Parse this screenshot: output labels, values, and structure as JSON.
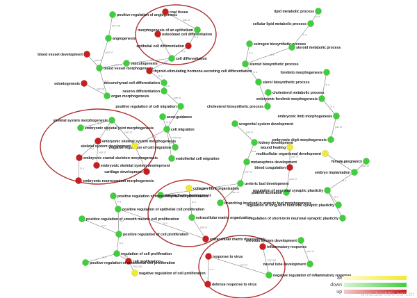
{
  "colors": {
    "down": "#3fcf3a",
    "up": "#c81e1e",
    "all": "#f2ea2c",
    "ring": "#b03030",
    "edge": "#7a7a7a"
  },
  "nodes": [
    {
      "id": "angio",
      "label": "positive regulation of angiogenesis",
      "state": "down"
    },
    {
      "id": "angiogenesis",
      "label": "angiogenesis",
      "state": "down"
    },
    {
      "id": "bvd",
      "label": "blood vessel development",
      "state": "up"
    },
    {
      "id": "bvm",
      "label": "blood vessel morphogenesis",
      "state": "down"
    },
    {
      "id": "vasc",
      "label": "vasculogenesis",
      "state": "down"
    },
    {
      "id": "odonto",
      "label": "odontogenesis",
      "state": "up"
    },
    {
      "id": "organmorph",
      "label": "organ morphogenesis",
      "state": "down"
    },
    {
      "id": "coal",
      "label": "coal tissue",
      "state": "up"
    },
    {
      "id": "morphepi",
      "label": "morphogenesis of an epithelium",
      "state": "down"
    },
    {
      "id": "osteo",
      "label": "osteoblast cell differentiation",
      "state": "up"
    },
    {
      "id": "epidiff",
      "label": "epithelial cell differentiation",
      "state": "up"
    },
    {
      "id": "celldiff",
      "label": "cell differentiation",
      "state": "down"
    },
    {
      "id": "thyroid",
      "label": "thyroid-stimulating hormone-secreting cell differentiation",
      "state": "up"
    },
    {
      "id": "mesen",
      "label": "mesenchymal cell differentiation",
      "state": "down"
    },
    {
      "id": "neuron",
      "label": "neuron differentiation",
      "state": "down"
    },
    {
      "id": "migr",
      "label": "positive regulation of cell migration",
      "state": "down"
    },
    {
      "id": "axon",
      "label": "axon guidance",
      "state": "down"
    },
    {
      "id": "cellmig",
      "label": "cell migration",
      "state": "down"
    },
    {
      "id": "negmig",
      "label": "negative regulation of cell migration",
      "state": "down"
    },
    {
      "id": "endo",
      "label": "endothelial cell migration",
      "state": "down"
    },
    {
      "id": "lipid",
      "label": "lipid metabolic process",
      "state": "down"
    },
    {
      "id": "cellipid",
      "label": "cellular lipid metabolic process",
      "state": "down"
    },
    {
      "id": "estro",
      "label": "estrogen biosynthetic process",
      "state": "down"
    },
    {
      "id": "steroid",
      "label": "steroid metabolic process",
      "state": "down"
    },
    {
      "id": "sterbio",
      "label": "steroid biosynthetic process",
      "state": "down"
    },
    {
      "id": "sterol",
      "label": "sterol biosynthetic process",
      "state": "down"
    },
    {
      "id": "cholmet",
      "label": "cholesterol metabolic process",
      "state": "down"
    },
    {
      "id": "cholbio",
      "label": "cholesterol biosynthetic process",
      "state": "down"
    },
    {
      "id": "forelimb",
      "label": "forelimb morphogenesis",
      "state": "down"
    },
    {
      "id": "forebrain",
      "label": "embryonic forelimb morphogenesis",
      "state": "down"
    },
    {
      "id": "limb",
      "label": "embryonic limb morphogenesis",
      "state": "down"
    },
    {
      "id": "digit",
      "label": "embryonic digit morphogenesis",
      "state": "down"
    },
    {
      "id": "skelmorph",
      "label": "skeletal system morphogenesis",
      "state": "down"
    },
    {
      "id": "jointmorph",
      "label": "embryonic skeletal joint morphogenesis",
      "state": "down"
    },
    {
      "id": "embskelmorph",
      "label": "embryonic skeletal system morphogenesis",
      "state": "up"
    },
    {
      "id": "skeldev",
      "label": "skeletal system development",
      "state": "all"
    },
    {
      "id": "cranial",
      "label": "embryonic cranial skeleton morphogenesis",
      "state": "up"
    },
    {
      "id": "embskeldev",
      "label": "embryonic skeletal system development",
      "state": "up"
    },
    {
      "id": "cartilage",
      "label": "cartilage development",
      "state": "up"
    },
    {
      "id": "neurocran",
      "label": "embryonic neurocranium morphogenesis",
      "state": "up"
    },
    {
      "id": "ureter",
      "label": "ureteric bud development",
      "state": "down"
    },
    {
      "id": "urogen",
      "label": "urogenital system development",
      "state": "down"
    },
    {
      "id": "kidney",
      "label": "kidney development",
      "state": "down"
    },
    {
      "id": "metaneph",
      "label": "metanephros development",
      "state": "down"
    },
    {
      "id": "mesoderm",
      "label": "mesenchyme development",
      "state": "down"
    },
    {
      "id": "wound",
      "label": "wound healing",
      "state": "all"
    },
    {
      "id": "coag",
      "label": "blood coagulation",
      "state": "up"
    },
    {
      "id": "platelet",
      "label": "platelet activation",
      "state": "down"
    },
    {
      "id": "multi",
      "label": "multicellular organismal development",
      "state": "all"
    },
    {
      "id": "female",
      "label": "female pregnancy",
      "state": "down"
    },
    {
      "id": "embryoimp",
      "label": "embryo implantation",
      "state": "down"
    },
    {
      "id": "synaptic",
      "label": "regulation of neuronal synaptic plasticity",
      "state": "down"
    },
    {
      "id": "ltp",
      "label": "regulation of long-term neuronal synaptic plasticity",
      "state": "down"
    },
    {
      "id": "stp",
      "label": "regulation of short-term neuronal synaptic plasticity",
      "state": "down"
    },
    {
      "id": "nervous",
      "label": "nervous system development",
      "state": "down"
    },
    {
      "id": "neuraltube",
      "label": "neural tube development",
      "state": "down"
    },
    {
      "id": "mesenchymeprolif",
      "label": "positive regulation of mesenchymal cell proliferation",
      "state": "down"
    },
    {
      "id": "collagen",
      "label": "collagen fibril organization",
      "state": "all"
    },
    {
      "id": "branching",
      "label": "branching involved in ureteric bud morphogenesis",
      "state": "down"
    },
    {
      "id": "ecm",
      "label": "extracellular matrix organization",
      "state": "down"
    },
    {
      "id": "ecmdis",
      "label": "extracellular matrix disassembly",
      "state": "up"
    },
    {
      "id": "epiprolif",
      "label": "positive regulation of epithelial cell proliferation",
      "state": "down"
    },
    {
      "id": "smooth",
      "label": "positive regulation of smooth muscle cell proliferation",
      "state": "down"
    },
    {
      "id": "posprolif",
      "label": "positive regulation of cell proliferation",
      "state": "down"
    },
    {
      "id": "regprolif",
      "label": "regulation of cell proliferation",
      "state": "down"
    },
    {
      "id": "cellprolif",
      "label": "cell proliferation",
      "state": "up"
    },
    {
      "id": "endoprolif",
      "label": "positive regulation of endothelial cell proliferation",
      "state": "down"
    },
    {
      "id": "negprolif",
      "label": "negative regulation of cell proliferation",
      "state": "all"
    },
    {
      "id": "inflam",
      "label": "inflammatory response",
      "state": "up"
    },
    {
      "id": "virus",
      "label": "response to virus",
      "state": "up"
    },
    {
      "id": "neginflam",
      "label": "negative regulation of inflammatory response",
      "state": "down"
    },
    {
      "id": "defvirus",
      "label": "defense response to virus",
      "state": "up"
    }
  ],
  "edges": [
    {
      "from": "angio",
      "to": "angiogenesis",
      "label": "pos reg"
    },
    {
      "from": "angiogenesis",
      "to": "bvm",
      "label": "part of"
    },
    {
      "from": "bvd",
      "to": "bvm",
      "label": "part of"
    },
    {
      "from": "vasc",
      "to": "bvm",
      "label": "part of"
    },
    {
      "from": "bvm",
      "to": "organmorph",
      "label": "is a"
    },
    {
      "from": "odonto",
      "to": "organmorph",
      "label": "part of"
    },
    {
      "from": "vasc",
      "to": "celldiff",
      "label": "is a"
    },
    {
      "from": "coal",
      "to": "morphepi",
      "label": "part of"
    },
    {
      "from": "morphepi",
      "to": "epidiff",
      "label": "is a"
    },
    {
      "from": "osteo",
      "to": "celldiff",
      "label": "is a"
    },
    {
      "from": "epidiff",
      "to": "celldiff",
      "label": "is a"
    },
    {
      "from": "celldiff",
      "to": "thyroid",
      "label": "is a"
    },
    {
      "from": "thyroid",
      "to": "mesen",
      "label": "is a"
    },
    {
      "from": "mesen",
      "to": "neuron",
      "label": "is a"
    },
    {
      "from": "neuron",
      "to": "migr",
      "label": "part of"
    },
    {
      "from": "axon",
      "to": "cellmig",
      "label": "is a"
    },
    {
      "from": "migr",
      "to": "cellmig",
      "label": "pos reg"
    },
    {
      "from": "cellmig",
      "to": "negmig",
      "label": "neg reg"
    },
    {
      "from": "cellmig",
      "to": "endo",
      "label": "is a"
    },
    {
      "from": "lipid",
      "to": "cellipid",
      "label": "is a"
    },
    {
      "from": "cellipid",
      "to": "steroid",
      "label": "is a"
    },
    {
      "from": "estro",
      "to": "sterbio",
      "label": "is a"
    },
    {
      "from": "steroid",
      "to": "sterbio",
      "label": "is a"
    },
    {
      "from": "sterbio",
      "to": "sterol",
      "label": "is a"
    },
    {
      "from": "sterol",
      "to": "cholbio",
      "label": "is a"
    },
    {
      "from": "cholmet",
      "to": "cholbio",
      "label": "is a"
    },
    {
      "from": "forelimb",
      "to": "forebrain",
      "label": "is a"
    },
    {
      "from": "forebrain",
      "to": "limb",
      "label": "is a"
    },
    {
      "from": "limb",
      "to": "digit",
      "label": "part of"
    },
    {
      "from": "skelmorph",
      "to": "jointmorph",
      "label": "is a"
    },
    {
      "from": "skelmorph",
      "to": "embskelmorph",
      "label": "is a"
    },
    {
      "from": "skelmorph",
      "to": "skeldev",
      "label": "part of"
    },
    {
      "from": "embskelmorph",
      "to": "cranial",
      "label": "is a"
    },
    {
      "from": "embskelmorph",
      "to": "embskeldev",
      "label": "part of"
    },
    {
      "from": "skeldev",
      "to": "cartilage",
      "label": "part of"
    },
    {
      "from": "cranial",
      "to": "neurocran",
      "label": "is a"
    },
    {
      "from": "cellmig",
      "to": "skeldev",
      "label": "is a"
    },
    {
      "from": "urogen",
      "to": "kidney",
      "label": "part of"
    },
    {
      "from": "kidney",
      "to": "metaneph",
      "label": "is a"
    },
    {
      "from": "metaneph",
      "to": "ureter",
      "label": "part of"
    },
    {
      "from": "ureter",
      "to": "mesoderm",
      "label": "part of"
    },
    {
      "from": "ureter",
      "to": "branching",
      "label": "part of"
    },
    {
      "from": "wound",
      "to": "coag",
      "label": "part of"
    },
    {
      "from": "coag",
      "to": "platelet",
      "label": "part of"
    },
    {
      "from": "multi",
      "to": "embryoimp",
      "label": "part of"
    },
    {
      "from": "female",
      "to": "embryoimp",
      "label": "part of"
    },
    {
      "from": "embryoimp",
      "to": "synaptic",
      "label": "is a"
    },
    {
      "from": "synaptic",
      "to": "ltp",
      "label": "is a"
    },
    {
      "from": "synaptic",
      "to": "stp",
      "label": "is a"
    },
    {
      "from": "nervous",
      "to": "neuraltube",
      "label": "part of"
    },
    {
      "from": "collagen",
      "to": "ecm",
      "label": "is a"
    },
    {
      "from": "ecm",
      "to": "ecmdis",
      "label": "part of"
    },
    {
      "from": "mesenchymeprolif",
      "to": "epiprolif",
      "label": "is a"
    },
    {
      "from": "epiprolif",
      "to": "posprolif",
      "label": "is a"
    },
    {
      "from": "smooth",
      "to": "posprolif",
      "label": "is a"
    },
    {
      "from": "posprolif",
      "to": "regprolif",
      "label": "is a"
    },
    {
      "from": "regprolif",
      "to": "cellprolif",
      "label": "reg"
    },
    {
      "from": "regprolif",
      "to": "endoprolif",
      "label": "is a"
    },
    {
      "from": "cellprolif",
      "to": "negprolif",
      "label": "neg reg"
    },
    {
      "from": "epiprolif",
      "to": "ecmdis",
      "label": "is a"
    },
    {
      "from": "inflam",
      "to": "neginflam",
      "label": "neg reg"
    },
    {
      "from": "virus",
      "to": "defvirus",
      "label": "is a"
    },
    {
      "from": "virus",
      "to": "neginflam",
      "label": "part of"
    }
  ],
  "legend": [
    {
      "key": "all",
      "label": "all"
    },
    {
      "key": "down",
      "label": "down"
    },
    {
      "key": "up",
      "label": "up"
    }
  ],
  "watermark": "www.dianhlife.com.cn"
}
